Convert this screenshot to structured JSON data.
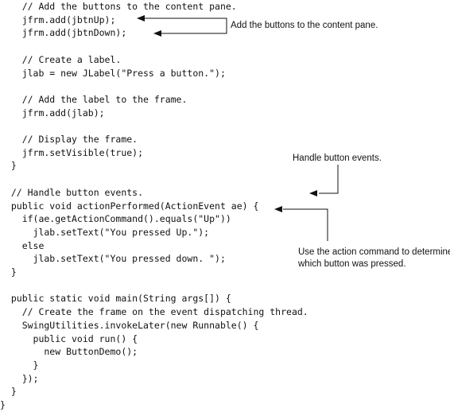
{
  "code_lines": [
    "    // Add the buttons to the content pane.",
    "    jfrm.add(jbtnUp);",
    "    jfrm.add(jbtnDown);",
    "",
    "    // Create a label.",
    "    jlab = new JLabel(\"Press a button.\");",
    "",
    "    // Add the label to the frame.",
    "    jfrm.add(jlab);",
    "",
    "    // Display the frame.",
    "    jfrm.setVisible(true);",
    "  }",
    "",
    "  // Handle button events.",
    "  public void actionPerformed(ActionEvent ae) {",
    "    if(ae.getActionCommand().equals(\"Up\"))",
    "      jlab.setText(\"You pressed Up.\");",
    "    else",
    "      jlab.setText(\"You pressed down. \");",
    "  }",
    "",
    "  public static void main(String args[]) {",
    "    // Create the frame on the event dispatching thread.",
    "    SwingUtilities.invokeLater(new Runnable() {",
    "      public void run() {",
    "        new ButtonDemo();",
    "      }",
    "    });",
    "  }",
    "}"
  ],
  "annotations": {
    "add_buttons": "Add the buttons to the content pane.",
    "handle_events": "Handle button events.",
    "action_command_line1": "Use the action command to determine",
    "action_command_line2": "which button was pressed."
  }
}
